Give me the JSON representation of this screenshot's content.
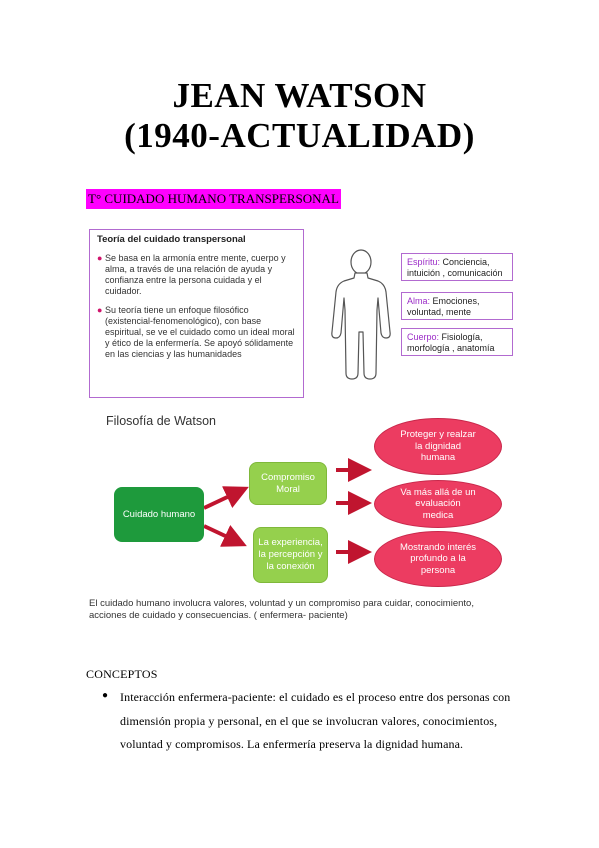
{
  "title_line1": "JEAN WATSON",
  "title_line2": "(1940-ACTUALIDAD)",
  "section_heading": "T° CUIDADO HUMANO TRANSPERSONAL",
  "theory": {
    "heading": "Teoría del cuidado transpersonal",
    "items": [
      "Se basa en la armonía entre mente, cuerpo y alma, a través de una relación de ayuda y confianza entre la persona cuidada y el cuidador.",
      "Su teoría tiene un enfoque filosófico (existencial-fenomenológico), con base espiritual, se ve el cuidado como un ideal moral y ético de la enfermería. Se apoyó sólidamente en las ciencias y las humanidades"
    ]
  },
  "aspects": [
    {
      "label": "Espíritu:",
      "text": " Conciencia, intuición , comunicación"
    },
    {
      "label": "Alma:",
      "text": " Emociones, voluntad, mente"
    },
    {
      "label": "Cuerpo:",
      "text": " Fisiología, morfología , anatomía"
    }
  ],
  "flow": {
    "title": "Filosofía de Watson",
    "root": "Cuidado humano",
    "middle": [
      "Compromiso Moral",
      "La experiencia, la percepción y la conexión"
    ],
    "outcomes": [
      "Proteger y realzar la dignidad humana",
      "Va más allá de un evaluación medica",
      "Mostrando interés profundo a la persona"
    ],
    "caption": "El cuidado humano involucra valores, voluntad y un compromiso para cuidar, conocimiento, acciones de cuidado y consecuencias. ( enfermera- paciente)"
  },
  "concepts": {
    "heading": "CONCEPTOS",
    "bullet": "●",
    "items": [
      "Interacción enfermera-paciente: el cuidado es el proceso entre dos personas con dimensión propia y personal, en el que se involucran valores, conocimientos, voluntad y compromisos. La enfermería preserva la dignidad humana."
    ]
  },
  "colors": {
    "magenta": "#ff00ff",
    "purple_border": "#b26ad0",
    "dark_green": "#1e9a3c",
    "light_green": "#95d04d",
    "red": "#ec3c61",
    "arrow": "#c0152f"
  }
}
